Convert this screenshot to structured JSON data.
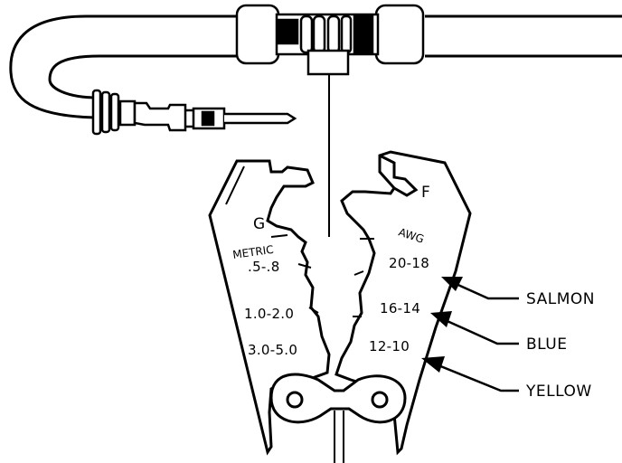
{
  "letters": {
    "f": "F",
    "g": "G"
  },
  "metric": {
    "heading": "METRIC",
    "sizes": [
      ".5-.8",
      "1.0-2.0",
      "3.0-5.0"
    ]
  },
  "awg": {
    "heading": "AWG",
    "sizes": [
      "20-18",
      "16-14",
      "12-10"
    ]
  },
  "callouts": [
    "SALMON",
    "BLUE",
    "YELLOW"
  ],
  "colors": {
    "ink": "#000000",
    "paper": "#ffffff"
  }
}
